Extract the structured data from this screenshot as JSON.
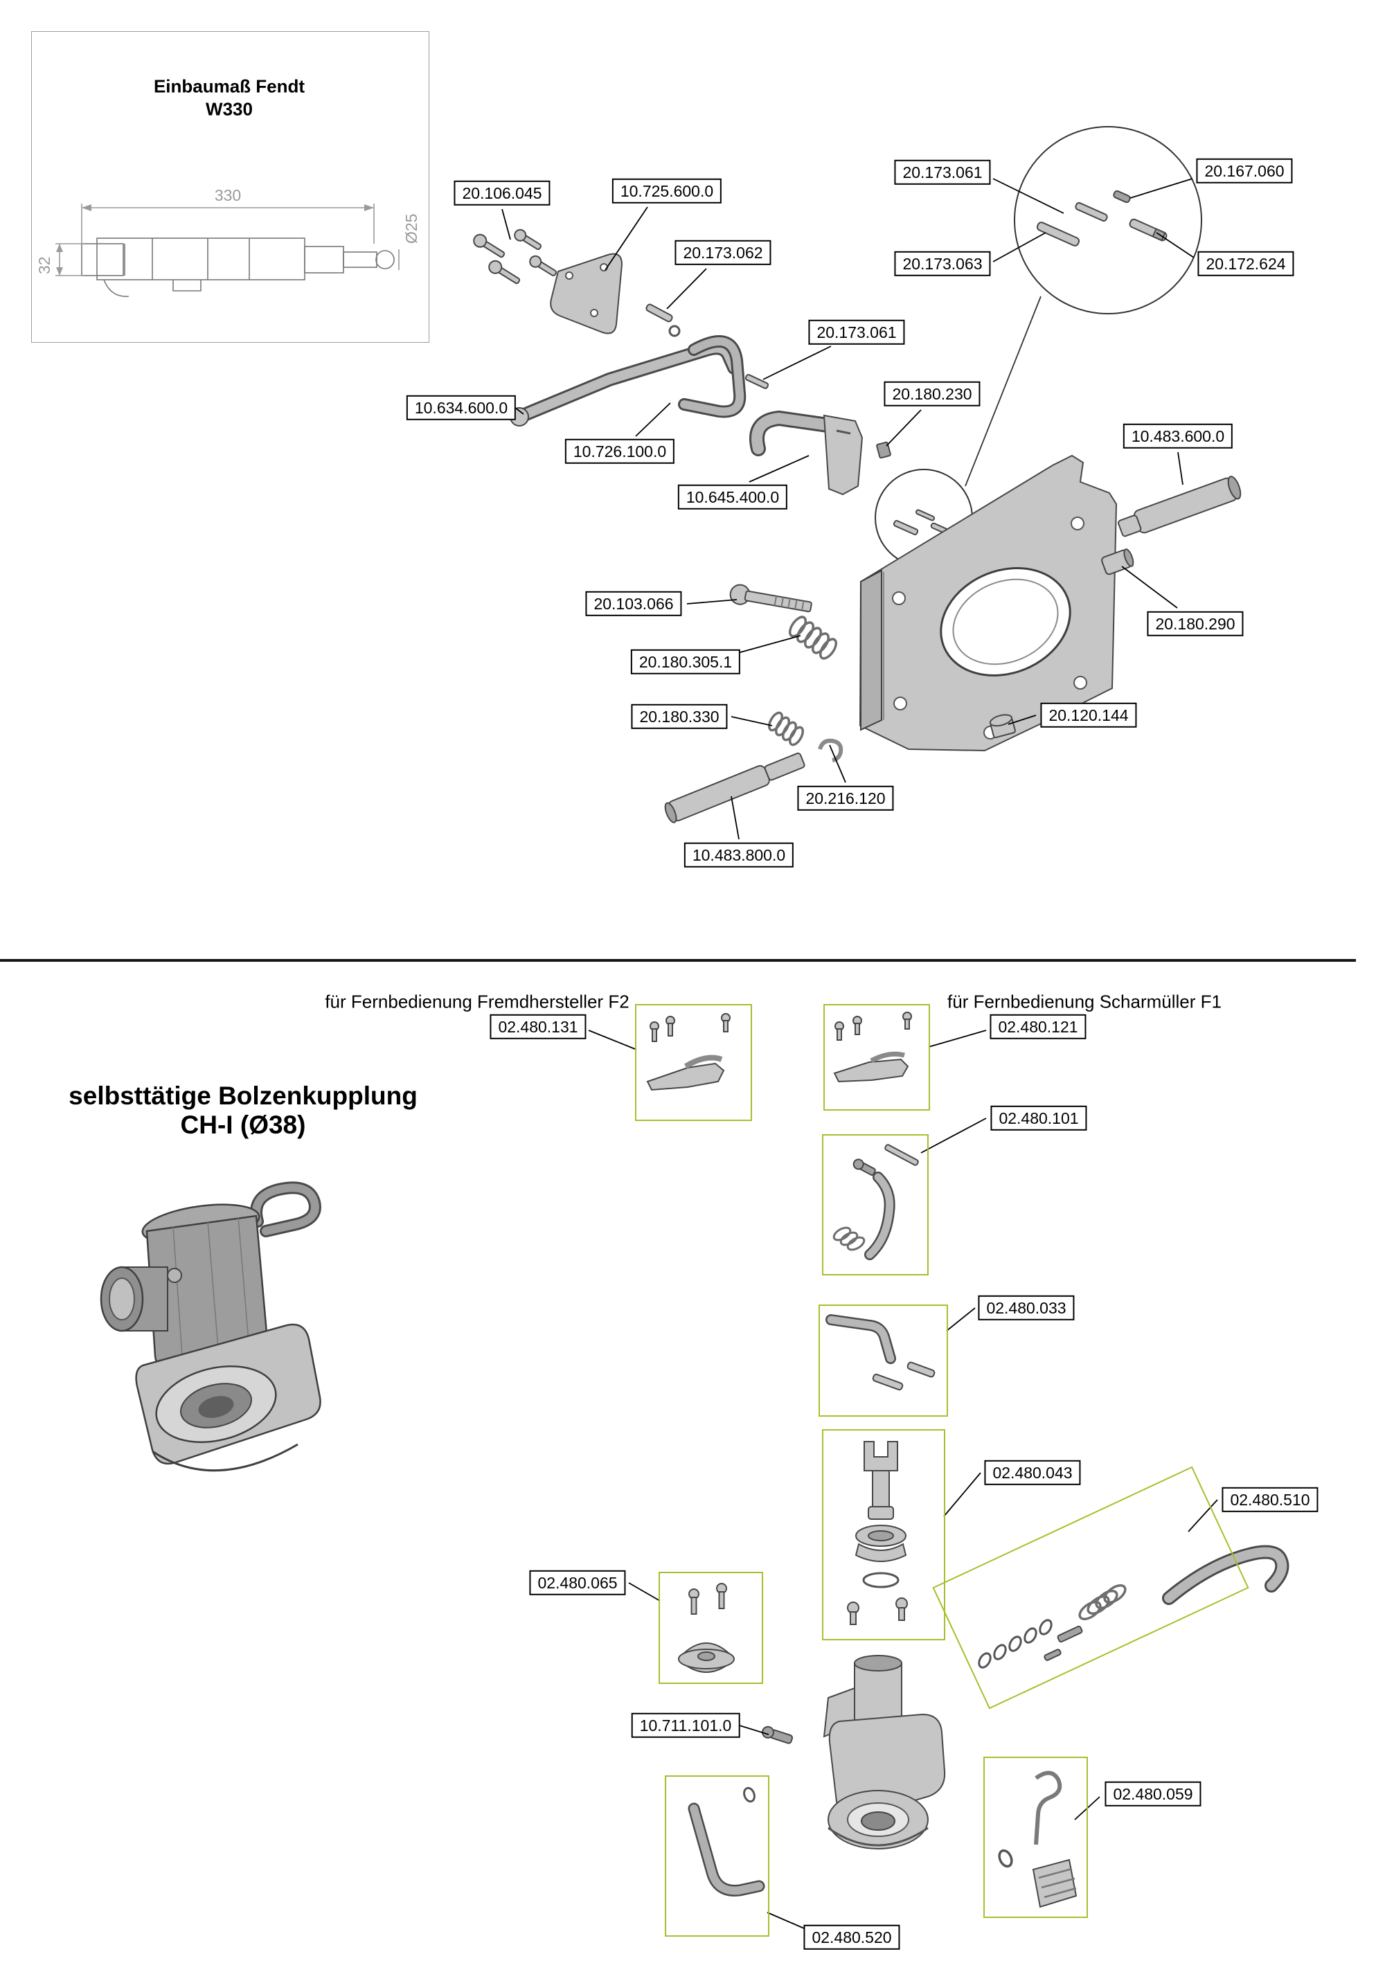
{
  "colors": {
    "accent_green": "#a8bf2d",
    "line_black": "#000000",
    "part_grey": "#c6c6c6"
  },
  "inset": {
    "title_line1": "Einbaumaß Fendt",
    "title_line2": "W330",
    "dim_width": "330",
    "dim_height": "32",
    "dim_diameter": "Ø25"
  },
  "top_labels": [
    {
      "text": "20.106.045"
    },
    {
      "text": "10.725.600.0"
    },
    {
      "text": "20.173.062"
    },
    {
      "text": "20.173.061"
    },
    {
      "text": "20.167.060"
    },
    {
      "text": "20.173.063"
    },
    {
      "text": "20.172.624"
    },
    {
      "text": "20.173.061"
    },
    {
      "text": "20.180.230"
    },
    {
      "text": "10.634.600.0"
    },
    {
      "text": "10.726.100.0"
    },
    {
      "text": "10.645.400.0"
    },
    {
      "text": "10.483.600.0"
    },
    {
      "text": "20.103.066"
    },
    {
      "text": "20.180.305.1"
    },
    {
      "text": "20.180.290"
    },
    {
      "text": "20.180.330"
    },
    {
      "text": "20.120.144"
    },
    {
      "text": "20.216.120"
    },
    {
      "text": "10.483.800.0"
    }
  ],
  "bottom": {
    "heading_line1": "selbsttätige Bolzenkupplung",
    "heading_line2": "CH-I (Ø38)",
    "caption_f2": "für Fernbedienung Fremdhersteller F2",
    "caption_f1": "für Fernbedienung Scharmüller F1",
    "labels": [
      {
        "text": "02.480.131"
      },
      {
        "text": "02.480.121"
      },
      {
        "text": "02.480.101"
      },
      {
        "text": "02.480.033"
      },
      {
        "text": "02.480.043"
      },
      {
        "text": "02.480.510"
      },
      {
        "text": "02.480.065"
      },
      {
        "text": "10.711.101.0"
      },
      {
        "text": "02.480.059"
      },
      {
        "text": "02.480.520"
      }
    ]
  }
}
